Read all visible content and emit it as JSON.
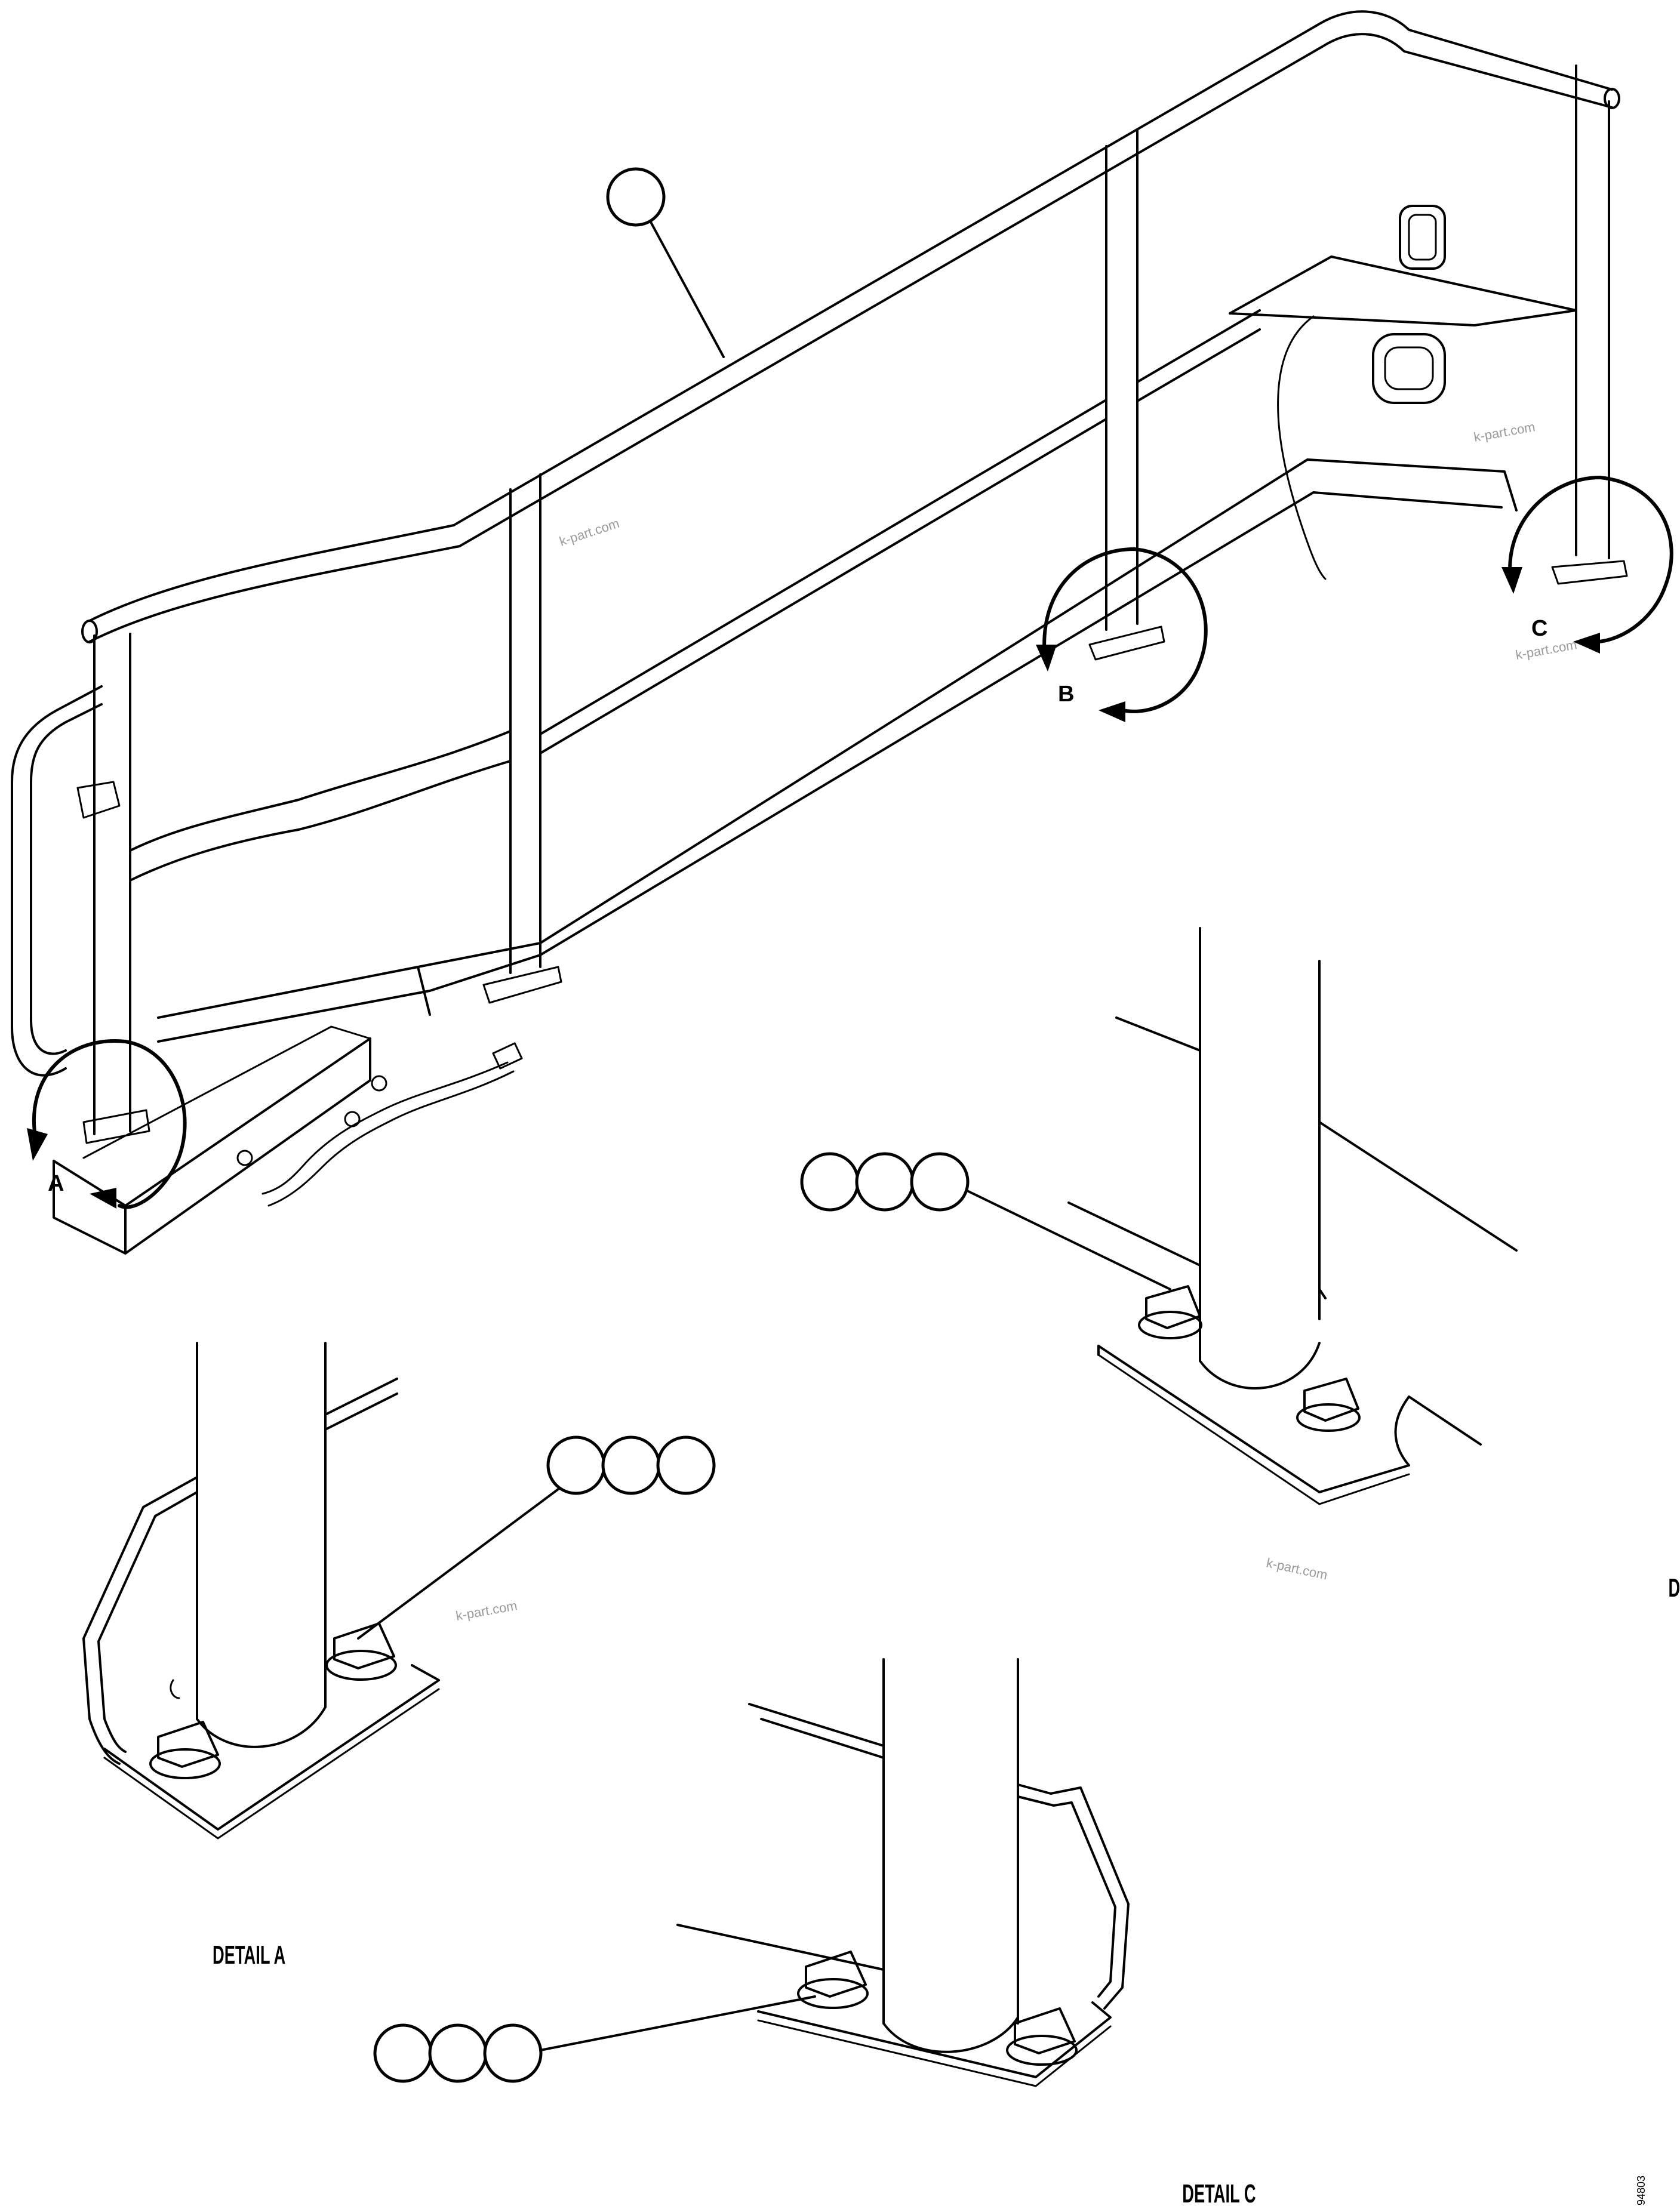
{
  "view_labels": {
    "a": "A",
    "b": "B",
    "c": "C"
  },
  "detail_labels": {
    "a": "DETAIL A",
    "b": "DETAIL B",
    "c": "DETAIL C"
  },
  "watermark": "k-part.com",
  "drawing_code": "94803",
  "callouts": {
    "main": [
      ""
    ],
    "detail_a": [
      "",
      "",
      ""
    ],
    "detail_b": [
      "",
      "",
      ""
    ],
    "detail_c": [
      "",
      "",
      ""
    ]
  }
}
